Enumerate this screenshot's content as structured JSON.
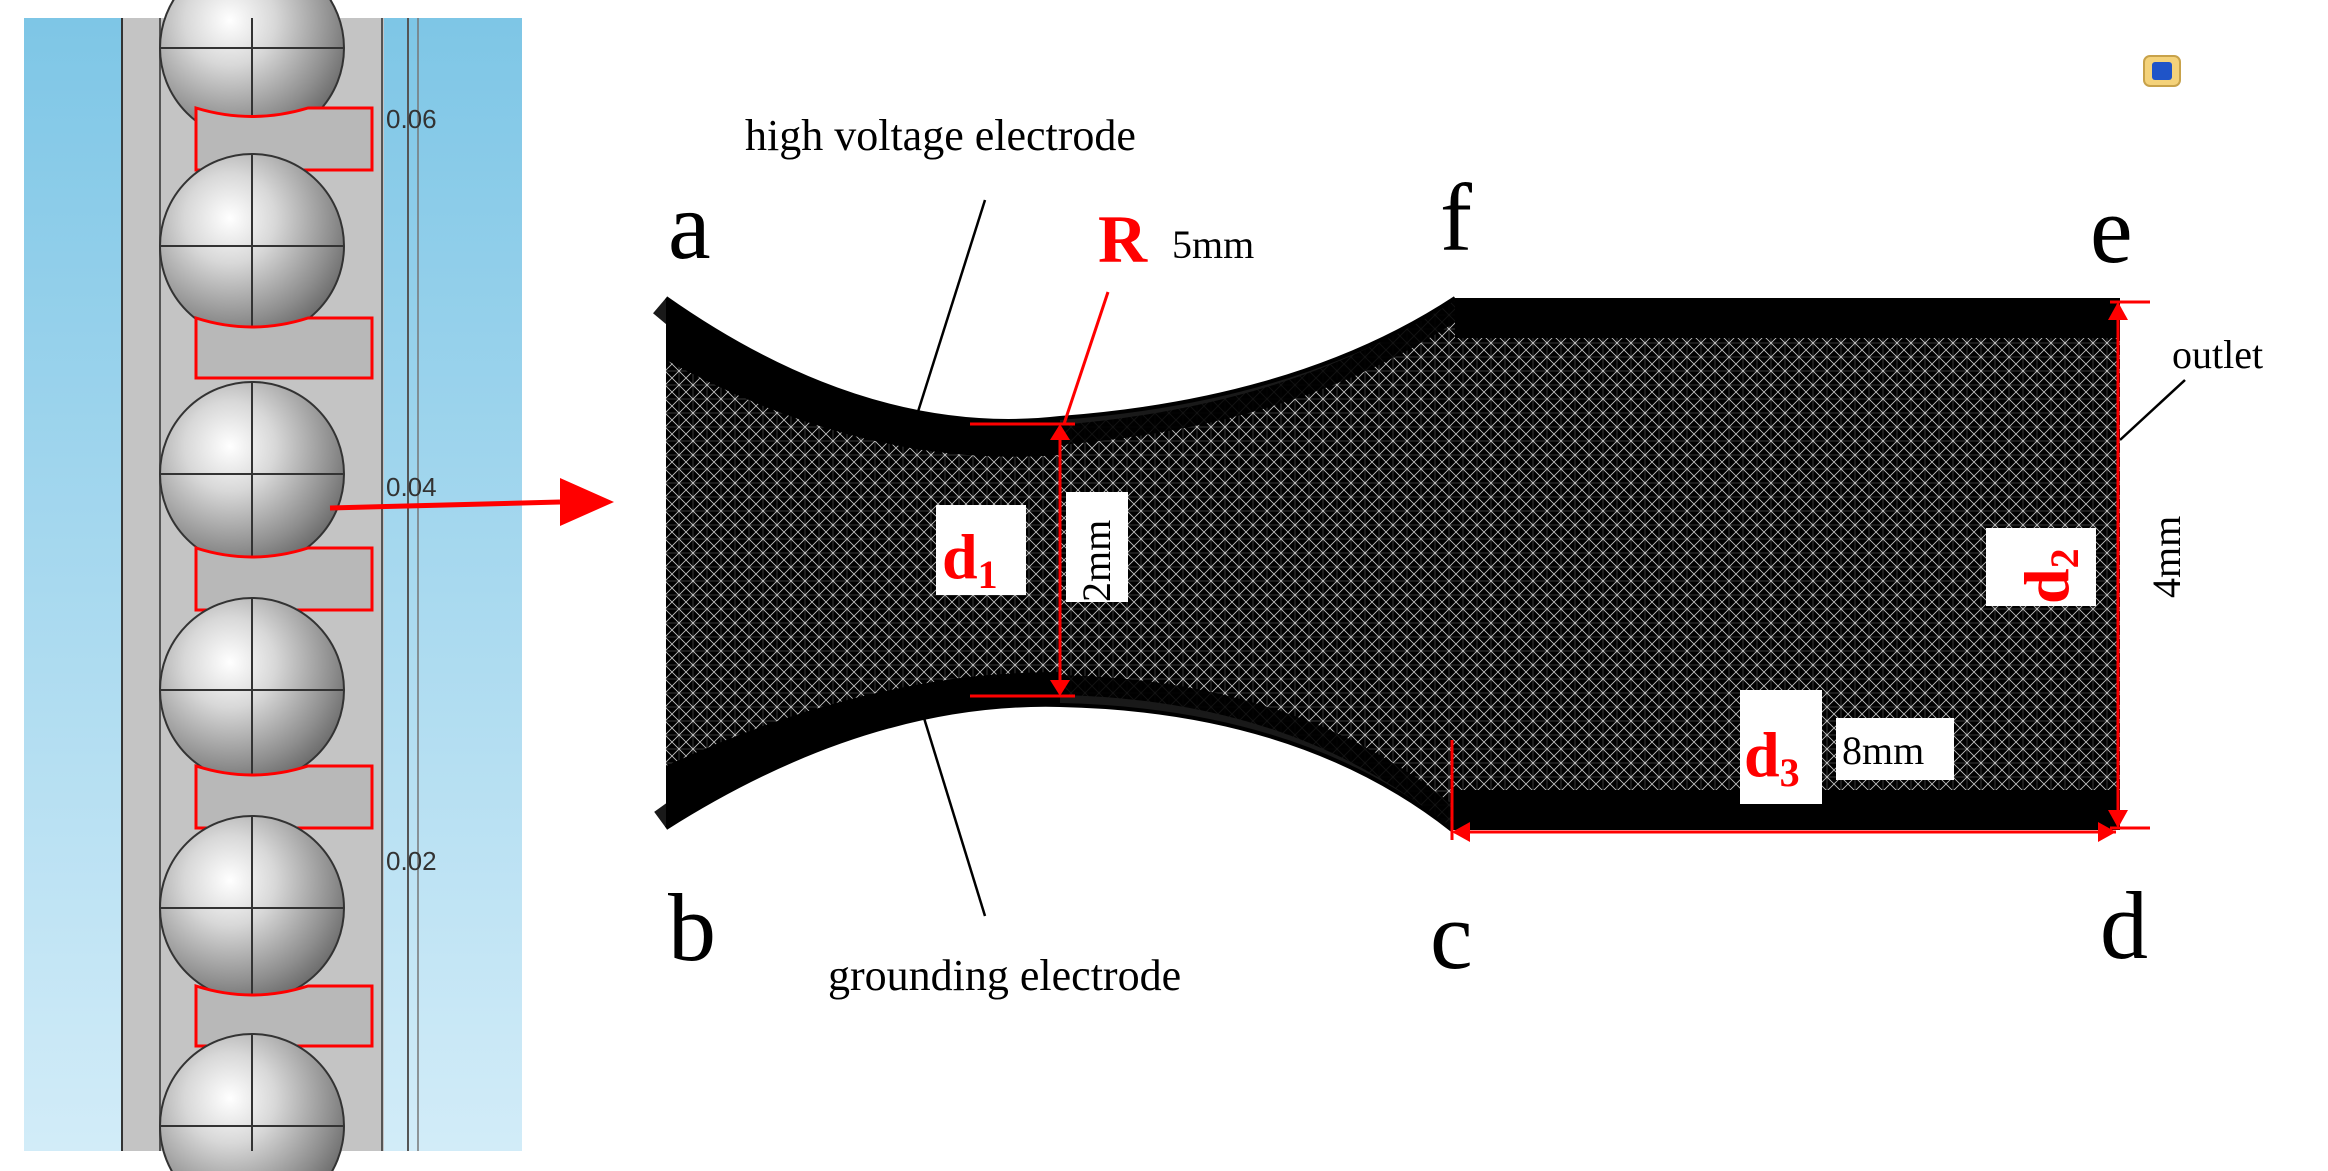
{
  "left_panel": {
    "scale_labels": [
      "0.06",
      "0.04",
      "0.02"
    ]
  },
  "mesh": {
    "corner_labels": {
      "a": "a",
      "b": "b",
      "c": "c",
      "d": "d",
      "e": "e",
      "f": "f"
    },
    "annotations": {
      "high_voltage": "high voltage electrode",
      "grounding": "grounding electrode",
      "outlet": "outlet"
    },
    "dimensions": {
      "R": {
        "symbol": "R",
        "value": "5mm"
      },
      "d1": {
        "symbol": "d",
        "subscript": "1",
        "value": "2mm"
      },
      "d2": {
        "symbol": "d",
        "subscript": "2",
        "value": "4mm"
      },
      "d3": {
        "symbol": "d",
        "subscript": "3",
        "value": "8mm"
      }
    }
  },
  "colors": {
    "accent_red": "#ff0000",
    "sky_top": "#7ec6e6",
    "sky_bottom": "#cde9f6",
    "column_gray": "#c4c4c4",
    "mesh_black": "#000000"
  }
}
